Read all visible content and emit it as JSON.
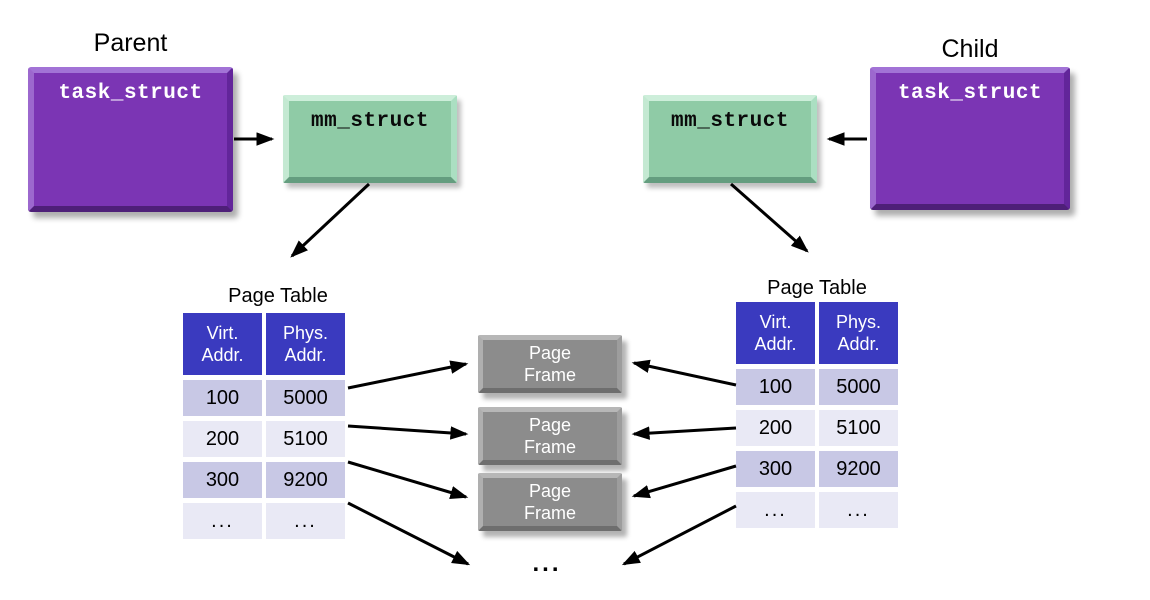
{
  "palette": {
    "purple_box": "#7B35B4",
    "green_box": "#8FCBA6",
    "gray_box": "#8C8C8C",
    "table_header_blue": "#3A3ABF",
    "table_row_dark": "#C8C8E5",
    "table_row_light": "#E9E9F5",
    "arrow_black": "#000000"
  },
  "parent": {
    "label": "Parent",
    "struct": "task_struct"
  },
  "child": {
    "label": "Child",
    "struct": "task_struct"
  },
  "mm_left": {
    "label": "mm_struct"
  },
  "mm_right": {
    "label": "mm_struct"
  },
  "left_table": {
    "title": "Page Table",
    "headers": [
      [
        "Virt.",
        "Addr."
      ],
      [
        "Phys.",
        "Addr."
      ]
    ],
    "rows": [
      [
        "100",
        "5000"
      ],
      [
        "200",
        "5100"
      ],
      [
        "300",
        "9200"
      ],
      [
        "...",
        "..."
      ]
    ]
  },
  "right_table": {
    "title": "Page Table",
    "headers": [
      [
        "Virt.",
        "Addr."
      ],
      [
        "Phys.",
        "Addr."
      ]
    ],
    "rows": [
      [
        "100",
        "5000"
      ],
      [
        "200",
        "5100"
      ],
      [
        "300",
        "9200"
      ],
      [
        "...",
        "..."
      ]
    ]
  },
  "frames": [
    [
      "Page",
      "Frame"
    ],
    [
      "Page",
      "Frame"
    ],
    [
      "Page",
      "Frame"
    ]
  ],
  "bottom_ellipsis": "..."
}
